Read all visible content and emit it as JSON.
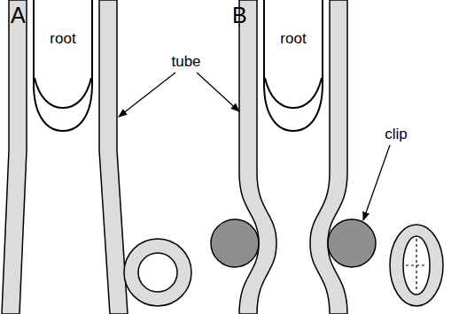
{
  "diagram": {
    "labels": [
      "A",
      "root",
      "tube",
      "B",
      "root",
      "clip"
    ]
  }
}
